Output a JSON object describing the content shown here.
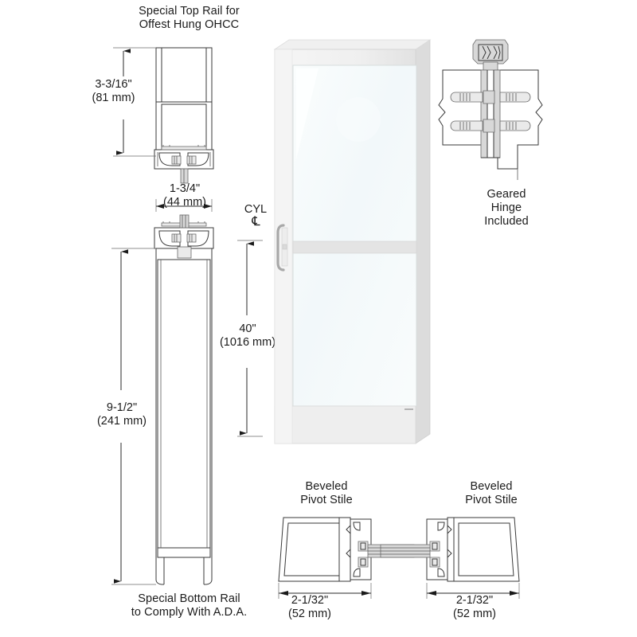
{
  "diagram": {
    "title_top_rail": "Special Top Rail for\nOffest Hung OHCC",
    "title_bottom_rail": "Special Bottom Rail\nto Comply With A.D.A.",
    "label_geared_hinge": "Geared\nHinge\nIncluded",
    "label_cyl": "CYL",
    "label_cyl_centerline": "℄",
    "label_beveled_pivot_stile_left": "Beveled\nPivot Stile",
    "label_beveled_pivot_stile_right": "Beveled\nPivot Stile",
    "dimensions": {
      "top_rail_height": "3-3/16\"\n(81 mm)",
      "rail_depth": "1-3/4\"\n(44 mm)",
      "cyl_height": "40\"\n(1016 mm)",
      "bottom_rail_height": "9-1/2\"\n(241 mm)",
      "stile_width_left": "2-1/32\"\n(52 mm)",
      "stile_width_right": "2-1/32\"\n(52 mm)"
    },
    "colors": {
      "line": "#3a3a3a",
      "door_frame": "#f2f2f2",
      "door_frame_shade": "#dcdcdc",
      "glass": "#f7fbfc",
      "background": "#ffffff",
      "text": "#1b1b1b"
    },
    "parts": {
      "door": "aluminum-entrance-door",
      "glass": "glass-lite",
      "handle": "pull-handle",
      "mid_rail": "horizontal-mid-rail",
      "top_rail_section": "top-rail-cross-section",
      "bottom_rail_section": "bottom-rail-cross-section",
      "hinge_section": "geared-hinge-cross-section",
      "pivot_stile_left_section": "left-beveled-pivot-stile-cross-section",
      "pivot_stile_right_section": "right-beveled-pivot-stile-cross-section"
    }
  }
}
